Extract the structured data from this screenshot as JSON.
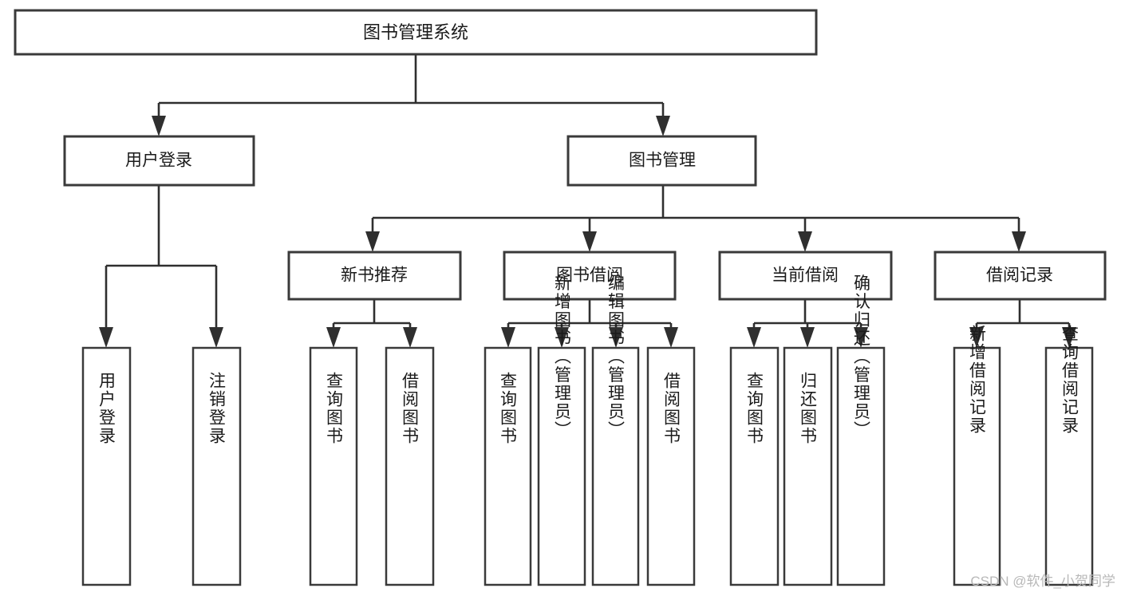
{
  "diagram": {
    "type": "tree-hierarchy",
    "title": "图书管理系统",
    "root": {
      "id": "root",
      "label": "图书管理系统",
      "orientation": "horizontal"
    },
    "level1": [
      {
        "id": "user-login",
        "label": "用户登录",
        "orientation": "horizontal"
      },
      {
        "id": "book-management",
        "label": "图书管理",
        "orientation": "horizontal"
      }
    ],
    "level2": [
      {
        "id": "new-book-recommend",
        "label": "新书推荐",
        "orientation": "horizontal",
        "parent": "book-management"
      },
      {
        "id": "book-borrow",
        "label": "图书借阅",
        "orientation": "horizontal",
        "parent": "book-management"
      },
      {
        "id": "current-borrow",
        "label": "当前借阅",
        "orientation": "horizontal",
        "parent": "book-management"
      },
      {
        "id": "borrow-record",
        "label": "借阅记录",
        "orientation": "horizontal",
        "parent": "book-management"
      }
    ],
    "leaves": [
      {
        "id": "leaf-user-login",
        "label": "用户登录",
        "orientation": "vertical",
        "parent": "user-login"
      },
      {
        "id": "leaf-user-logout",
        "label": "注销登录",
        "orientation": "vertical",
        "parent": "user-login"
      },
      {
        "id": "leaf-query-book-1",
        "label": "查询图书",
        "orientation": "vertical",
        "parent": "new-book-recommend"
      },
      {
        "id": "leaf-borrow-book-1",
        "label": "借阅图书",
        "orientation": "vertical",
        "parent": "new-book-recommend"
      },
      {
        "id": "leaf-query-book-2",
        "label": "查询图书",
        "orientation": "vertical",
        "parent": "book-borrow"
      },
      {
        "id": "leaf-add-book",
        "label": "新增图书（管理员）",
        "orientation": "vertical",
        "parent": "book-borrow"
      },
      {
        "id": "leaf-edit-book",
        "label": "编辑图书（管理员）",
        "orientation": "vertical",
        "parent": "book-borrow"
      },
      {
        "id": "leaf-borrow-book-2",
        "label": "借阅图书",
        "orientation": "vertical",
        "parent": "book-borrow"
      },
      {
        "id": "leaf-query-book-3",
        "label": "查询图书",
        "orientation": "vertical",
        "parent": "current-borrow"
      },
      {
        "id": "leaf-return-book",
        "label": "归还图书",
        "orientation": "vertical",
        "parent": "current-borrow"
      },
      {
        "id": "leaf-confirm-return",
        "label": "确认归还（管理员）",
        "orientation": "vertical",
        "parent": "current-borrow"
      },
      {
        "id": "leaf-add-record",
        "label": "新增借阅记录",
        "orientation": "vertical",
        "parent": "borrow-record"
      },
      {
        "id": "leaf-query-record",
        "label": "查询借阅记录",
        "orientation": "vertical",
        "parent": "borrow-record"
      }
    ]
  },
  "watermark": {
    "text": "CSDN @软件_小贺同学"
  },
  "colors": {
    "background": "#ffffff",
    "box_stroke": "#3a3a3a",
    "connector": "#2f2f2f",
    "text": "#1a1a1a",
    "watermark": "#b8b8b8"
  }
}
